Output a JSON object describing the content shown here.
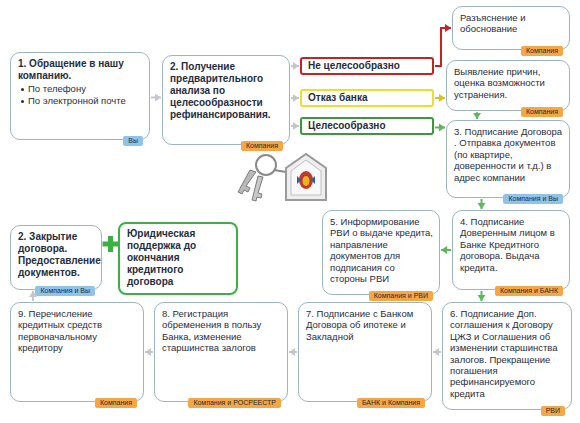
{
  "diagram": {
    "nodes": [
      {
        "text": [
          "1. Обращение в нашу компанию.",
          "По телефону",
          "По электронной почте",
          "Вы"
        ]
      },
      {
        "text": [
          "2. Получение предварительного анализа по целесообразности рефинансирования.",
          "Компания"
        ]
      },
      {
        "text": [
          "Не целесообразно"
        ]
      },
      {
        "text": [
          "Отказ банка"
        ]
      },
      {
        "text": [
          "Целесообразно"
        ]
      },
      {
        "text": [
          "Разъяснение и обоснование",
          "Компания"
        ]
      },
      {
        "text": [
          "Выявление причин, оценка возможности устранения.",
          "Компания"
        ]
      },
      {
        "text": [
          "3. Подписание Договора . Отправка документов (по квартире, доверенности и т.д.) в адрес компании",
          "Компания и Вы"
        ]
      },
      {
        "text": [
          "2. Закрытие договора. Предоставление документов.",
          "Компания и Вы"
        ]
      },
      {
        "text": [
          "Юридическая поддержка до окончания кредитного договора"
        ]
      },
      {
        "text": [
          "5. Информирование РВИ о выдаче кредита, направление документов для подписания со стороны РВИ",
          "Компания и РВИ"
        ]
      },
      {
        "text": [
          "4. Подписание Доверенным лицом в Банке Кредитного договора. Выдача кредита.",
          "Компания и БАНК"
        ]
      },
      {
        "text": [
          "9. Перечисление кредитных средств первоначальному кредитору",
          "Компания"
        ]
      },
      {
        "text": [
          "8. Регистрация обременения в пользу Банка, изменение старшинства залогов",
          "Компания и РОСРЕЕСТР"
        ]
      },
      {
        "text": [
          "7. Подписание с Банком Договора об ипотеке и Закладной",
          "БАНК и Компания"
        ]
      },
      {
        "text": [
          "6. Подписание Доп. соглашения к Договору ЦЖЗ и Соглашения об изменении старшинства залогов. Прекращение погашения рефинансируемого кредита",
          "РВИ"
        ]
      }
    ],
    "edges": [
      {
        "from": 0,
        "to": 1,
        "arrow": "to"
      },
      {
        "from": 1,
        "to": 2,
        "arrow": "to"
      },
      {
        "from": 1,
        "to": 3,
        "arrow": "to"
      },
      {
        "from": 1,
        "to": 4,
        "arrow": "to"
      },
      {
        "from": 2,
        "to": 5,
        "arrow": "to"
      },
      {
        "from": 3,
        "to": 6,
        "arrow": "to"
      },
      {
        "from": 4,
        "to": 7,
        "arrow": "to"
      },
      {
        "from": 6,
        "to": 7,
        "arrow": "to"
      },
      {
        "from": 7,
        "to": 11,
        "arrow": "to"
      },
      {
        "from": 11,
        "to": 10,
        "arrow": "to"
      },
      {
        "from": 11,
        "to": 15,
        "arrow": "to"
      },
      {
        "from": 15,
        "to": 14,
        "arrow": "to"
      },
      {
        "from": 14,
        "to": 13,
        "arrow": "to"
      },
      {
        "from": 13,
        "to": 12,
        "arrow": "to"
      },
      {
        "from": 12,
        "to": 8,
        "arrow": "to"
      }
    ]
  }
}
